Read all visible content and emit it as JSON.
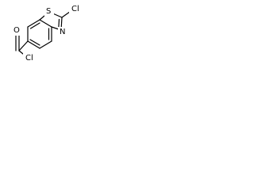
{
  "molecule": {
    "atoms": {
      "sulfur": "S",
      "chlorine_ring": "Cl",
      "nitrogen": "N",
      "oxygen": "O",
      "chlorine_acyl": "Cl"
    }
  }
}
